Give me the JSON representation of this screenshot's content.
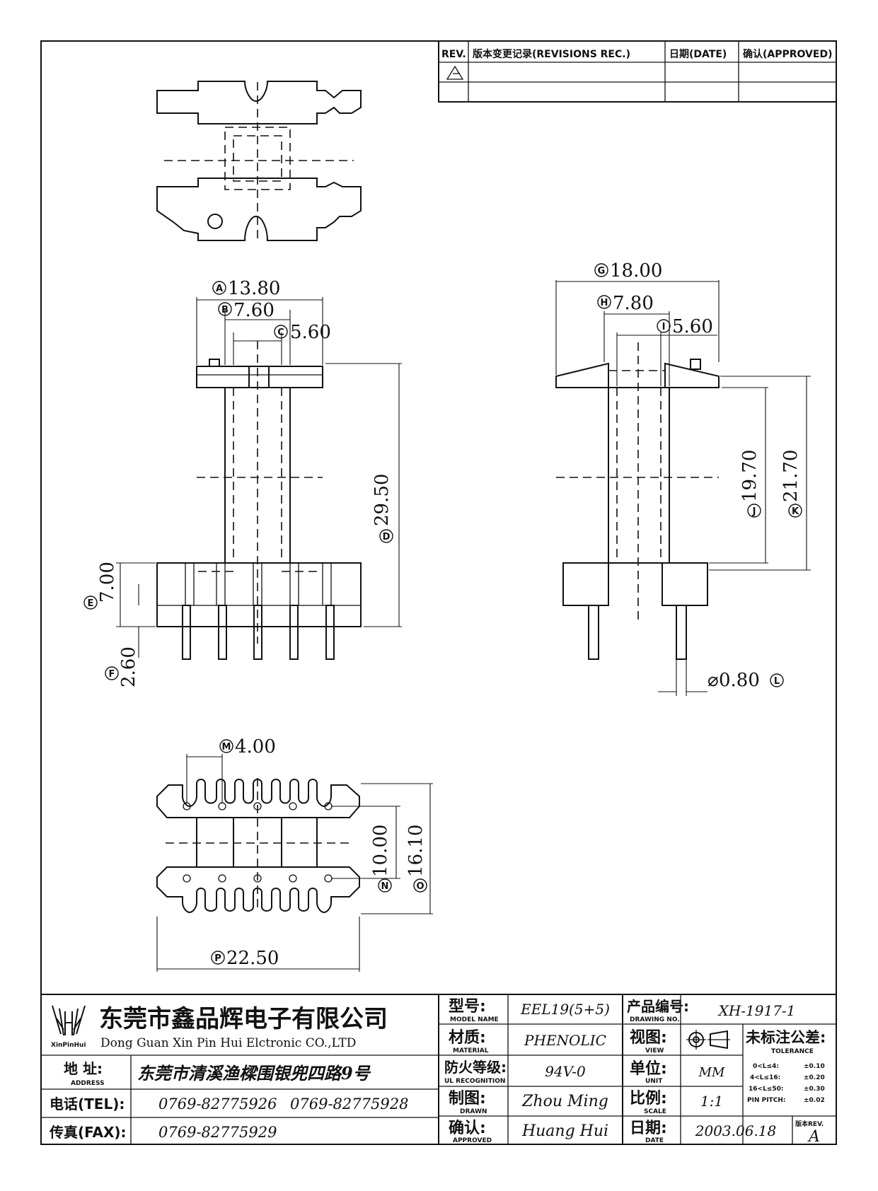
{
  "revision_table": {
    "headers": [
      "REV.",
      "版本变更记录(REVISIONS REC.)",
      "日期(DATE)",
      "确认(APPROVED)"
    ]
  },
  "dimensions": {
    "A": "13.80",
    "B": "7.60",
    "C": "5.60",
    "D": "29.50",
    "E": "7.00",
    "F": "2.60",
    "G": "18.00",
    "H": "7.80",
    "I": "5.60",
    "J": "19.70",
    "K": "21.70",
    "L": "0.80",
    "M": "4.00",
    "N": "10.00",
    "O": "16.10",
    "P": "22.50"
  },
  "title_block": {
    "company_cn": "东莞市鑫品辉电子有限公司",
    "company_en": "Dong Guan Xin Pin Hui Elctronic CO.,LTD",
    "logo_text": "XinPinHui",
    "address_label": "地 址:",
    "address_label_en": "ADDRESS",
    "address_value": "东莞市清溪渔樑围银兜四路9号",
    "tel_label": "电话(TEL):",
    "tel_value_1": "0769-82775926",
    "tel_value_2": "0769-82775928",
    "fax_label": "传真(FAX):",
    "fax_value": "0769-82775929",
    "model_label": "型号:",
    "model_label_en": "MODEL NAME",
    "model_value": "EEL19(5+5)",
    "material_label": "材质:",
    "material_label_en": "MATERIAL",
    "material_value": "PHENOLIC",
    "ul_label": "防火等级:",
    "ul_label_en": "UL RECOGNITION",
    "ul_value": "94V-0",
    "drawn_label": "制图:",
    "drawn_label_en": "DRAWN",
    "drawn_value": "Zhou Ming",
    "approved_label": "确认:",
    "approved_label_en": "APPROVED",
    "approved_value": "Huang Hui",
    "drawing_no_label": "产品编号:",
    "drawing_no_label_en": "DRAWING NO.",
    "drawing_no_value": "XH-1917-1",
    "view_label": "视图:",
    "view_label_en": "VIEW",
    "unit_label": "单位:",
    "unit_label_en": "UNIT",
    "unit_value": "MM",
    "scale_label": "比例:",
    "scale_label_en": "SCALE",
    "scale_value": "1:1",
    "date_label": "日期:",
    "date_label_en": "DATE",
    "date_value": "2003.06.18",
    "rev_label": "版本REV.",
    "rev_value": "A",
    "tolerance_title": "未标注公差:",
    "tolerance_title_en": "TOLERANCE",
    "tolerance_rows": [
      {
        "range": "0<L≤4:",
        "value": "±0.10"
      },
      {
        "range": "4<L≤16:",
        "value": "±0.20"
      },
      {
        "range": "16<L≤50:",
        "value": "±0.30"
      },
      {
        "range": "PIN PITCH:",
        "value": "±0.02"
      }
    ]
  }
}
